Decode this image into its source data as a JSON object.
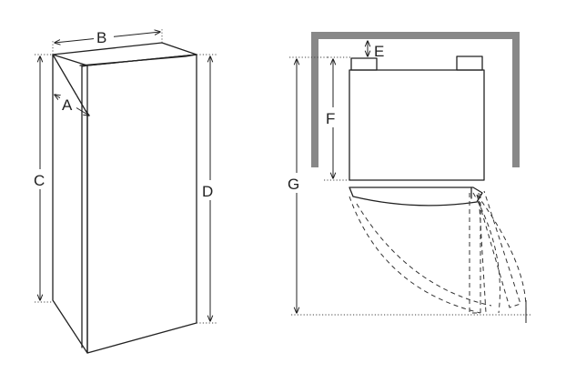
{
  "labels": {
    "A": "A",
    "B": "B",
    "C": "C",
    "D": "D",
    "E": "E",
    "F": "F",
    "G": "G"
  },
  "colors": {
    "line": "#222222",
    "wall": "#888888",
    "background": "#ffffff"
  }
}
